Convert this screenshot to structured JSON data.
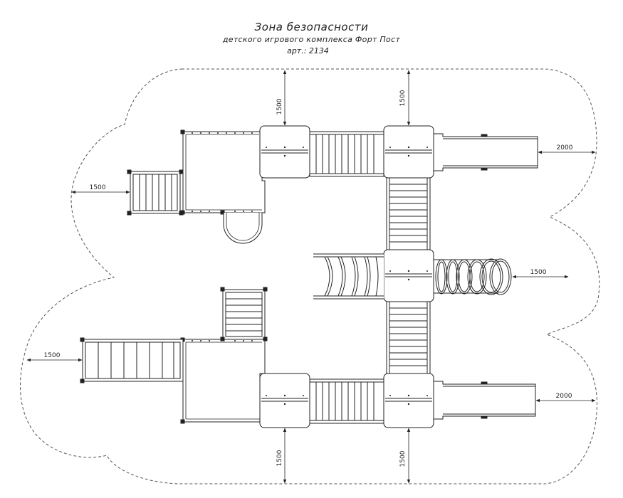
{
  "title": "Зона безопасности",
  "subtitle": "детского игрового комплекса Форт Пост",
  "article": "арт.: 2134",
  "dimensions": {
    "top_left": "1500",
    "top_right": "1500",
    "right_top": "2000",
    "left_upper": "1500",
    "right_middle": "1500",
    "left_lower": "1500",
    "right_bottom": "2000",
    "bottom_left": "1500",
    "bottom_right": "1500"
  },
  "colors": {
    "line": "#222222",
    "zone": "#555555",
    "fill": "#ffffff"
  }
}
